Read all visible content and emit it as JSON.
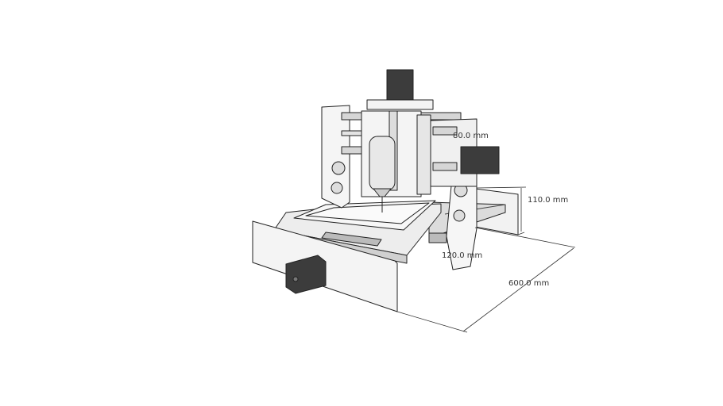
{
  "dimensions": {
    "spindle_travel": "80.0 mm",
    "height": "110.0 mm",
    "depth": "120.0 mm",
    "length": "600.0 mm"
  },
  "colors": {
    "panel": "#f4f4f4",
    "motor": "#3c3c3c",
    "edge": "#222222",
    "rod": "#cfcfcf"
  }
}
